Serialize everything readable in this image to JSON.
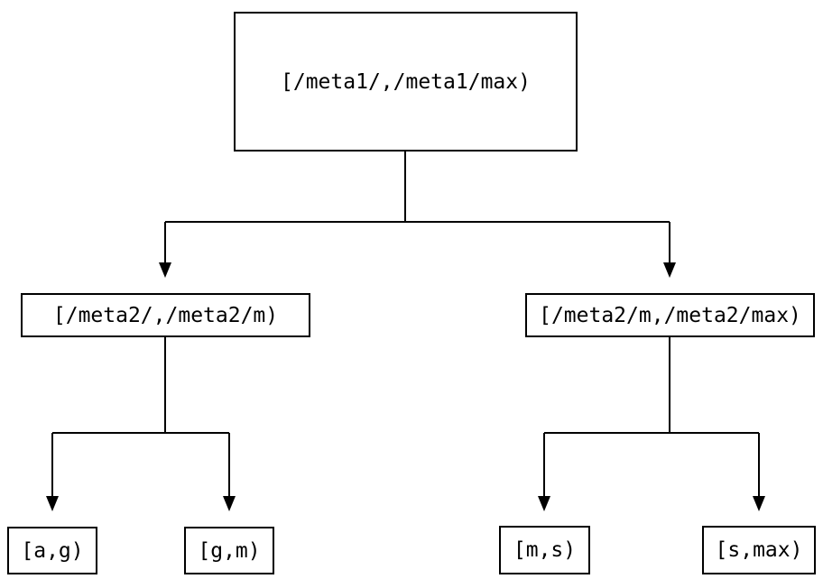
{
  "colors": {
    "background": "#ffffff",
    "line": "#000000",
    "text": "#000000"
  },
  "tree": {
    "root": {
      "label": "[/meta1/,/meta1/max)"
    },
    "level2": {
      "left": {
        "label": "[/meta2/,/meta2/m)"
      },
      "right": {
        "label": "[/meta2/m,/meta2/max)"
      }
    },
    "leaves": {
      "ag": {
        "label": "[a,g)"
      },
      "gm": {
        "label": "[g,m)"
      },
      "ms": {
        "label": "[m,s)"
      },
      "smax": {
        "label": "[s,max)"
      }
    }
  }
}
